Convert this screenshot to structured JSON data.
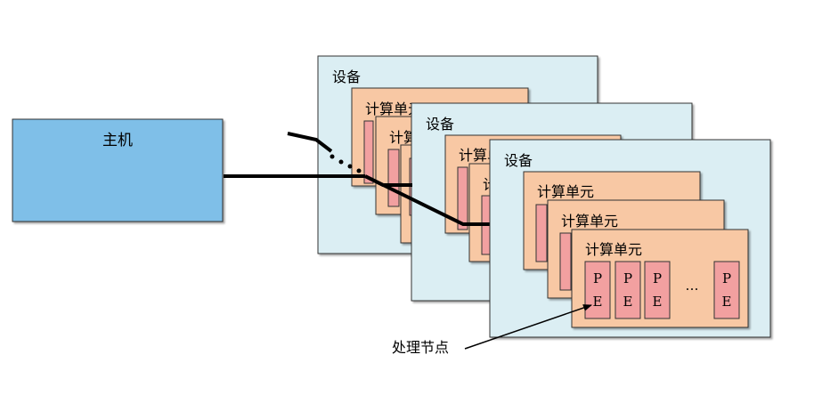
{
  "host": {
    "label": "主机"
  },
  "devices": [
    {
      "label": "设备"
    },
    {
      "label": "设备"
    },
    {
      "label": "设备"
    }
  ],
  "compute_unit_label": "计算单元",
  "pe": {
    "line1": "P",
    "line2": "E",
    "ellipsis": "…"
  },
  "annotation": {
    "label": "处理节点"
  },
  "colors": {
    "host_fill": "#7fbfe8",
    "device_fill": "#dbeef3",
    "compute_unit_fill": "#f8c8a4",
    "pe_fill": "#f2a0a0",
    "connector": "#000000"
  }
}
